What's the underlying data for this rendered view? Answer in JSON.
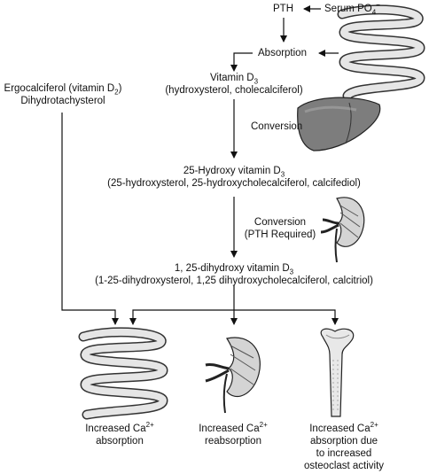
{
  "top": {
    "pth": "PTH",
    "serum_prefix": "Serum PO",
    "serum_sub": "4",
    "serum_sup": "−",
    "absorption": "Absorption"
  },
  "ergo": {
    "line1": "Ergocalciferol (vitamin D",
    "line1_sub": "2",
    "line1_end": ")",
    "line2": "Dihydrotachysterol"
  },
  "vitd3": {
    "name": "Vitamin D",
    "name_sub": "3",
    "synonyms": "(hydroxysterol, cholecalciferol)"
  },
  "conversion1": "Conversion",
  "hydroxy": {
    "name": "25-Hydroxy vitamin D",
    "name_sub": "3",
    "synonyms": "(25-hydroxysterol, 25-hydroxycholecalciferol, calcifediol)"
  },
  "conversion2": {
    "line1": "Conversion",
    "line2": "(PTH Required)"
  },
  "dihydroxy": {
    "name": "1, 25-dihydroxy vitamin D",
    "name_sub": "3",
    "synonyms": "(1-25-dihydroxysterol, 1,25 dihydroxycholecalciferol, calcitriol)"
  },
  "outcomes": {
    "intestine": {
      "line1": "Increased Ca",
      "sup": "2+",
      "line2": "absorption"
    },
    "kidney": {
      "line1": "Increased Ca",
      "sup": "2+",
      "line2": "reabsorption"
    },
    "bone": {
      "line1": "Increased Ca",
      "sup": "2+",
      "line2": "absorption due",
      "line3": "to increased",
      "line4": "osteoclast activity"
    }
  }
}
